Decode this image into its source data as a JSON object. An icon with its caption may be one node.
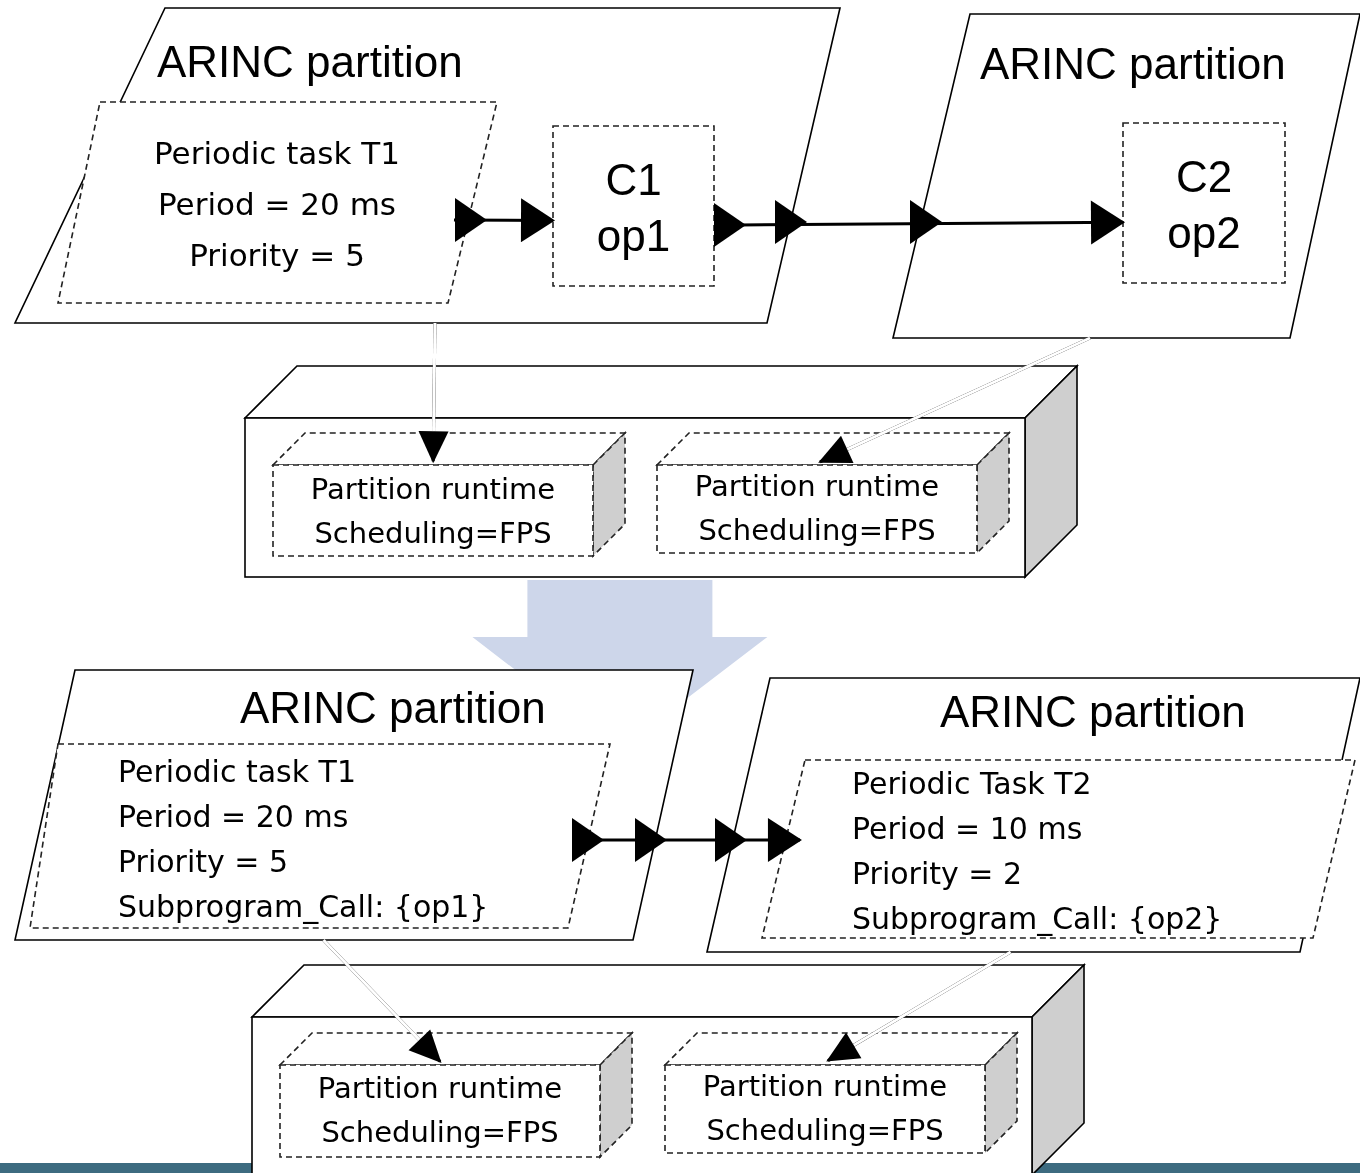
{
  "diagram": {
    "nodes": [
      {
        "text": [
          "ARINC partition"
        ]
      },
      {
        "text": [
          "Periodic task T1",
          "Period = 20 ms",
          "Priority = 5"
        ],
        "in": 0
      },
      {
        "text": [
          "C1",
          "op1"
        ],
        "in": 0
      },
      {
        "text": [
          "ARINC partition"
        ]
      },
      {
        "text": [
          "C2",
          "op2"
        ],
        "in": 3
      },
      {
        "text": [],
        "shape": "box"
      },
      {
        "text": [
          "Partition runtime",
          "Scheduling=FPS"
        ],
        "in": 5
      },
      {
        "text": [
          "Partition runtime",
          "Scheduling=FPS"
        ],
        "in": 5
      },
      {
        "text": [
          "ARINC partition"
        ]
      },
      {
        "text": [
          "Periodic task T1",
          "Period = 20 ms",
          "Priority = 5",
          "Subprogram_Call: {op1}"
        ],
        "in": 8
      },
      {
        "text": [
          "ARINC partition"
        ]
      },
      {
        "text": [
          "Periodic Task T2",
          "Period = 10 ms",
          "Priority = 2",
          "Subprogram_Call: {op2}"
        ],
        "in": 10
      },
      {
        "text": [],
        "shape": "box"
      },
      {
        "text": [
          "Partition runtime",
          "Scheduling=FPS"
        ],
        "in": 12
      },
      {
        "text": [
          "Partition runtime",
          "Scheduling=FPS"
        ],
        "in": 12
      }
    ],
    "edges": [
      {
        "from": 1,
        "to": 2,
        "arrow": "to"
      },
      {
        "from": 2,
        "to": 4,
        "arrow": "to"
      },
      {
        "from": 0,
        "to": 6,
        "arrow": "to"
      },
      {
        "from": 3,
        "to": 7,
        "arrow": "to"
      },
      {
        "from": 9,
        "to": 11,
        "arrow": "to"
      },
      {
        "from": 8,
        "to": 13,
        "arrow": "to"
      },
      {
        "from": 10,
        "to": 14,
        "arrow": "to"
      },
      {
        "from": 5,
        "to": null,
        "arrow": "to",
        "style": "thick",
        "color": "#cdd6ea"
      }
    ]
  }
}
